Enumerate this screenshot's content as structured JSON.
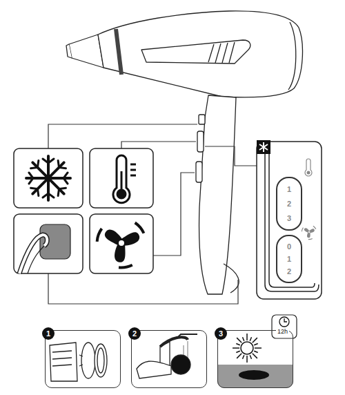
{
  "diagram": {
    "nodes": [
      {
        "text": [
          "1",
          "2",
          "3"
        ]
      },
      {
        "text": [
          "0",
          "1",
          "2"
        ]
      },
      {
        "text": [
          "1"
        ]
      },
      {
        "text": [
          "2"
        ]
      },
      {
        "text": [
          "3",
          "12h"
        ]
      }
    ]
  }
}
